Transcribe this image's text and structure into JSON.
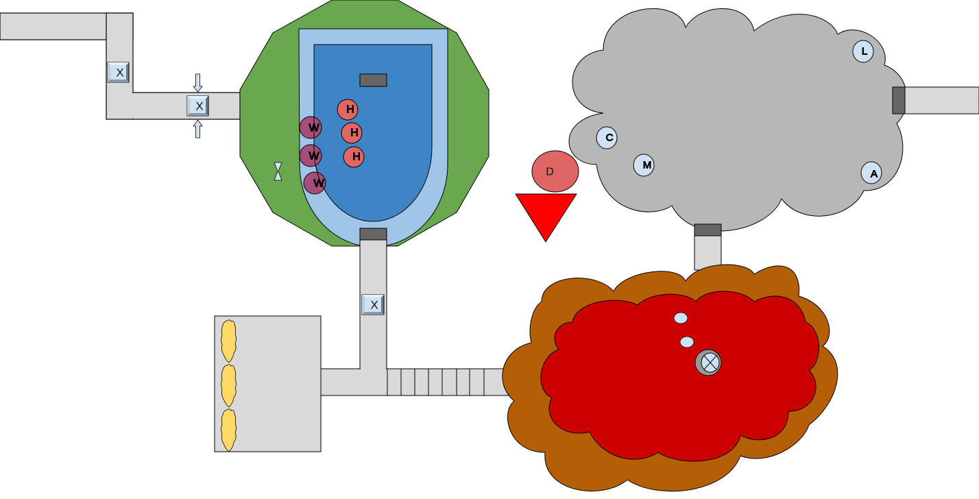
{
  "diagram": {
    "title": "",
    "colors": {
      "corridor": "#d9d9d9",
      "door": "#666666",
      "garden": "#6aa84f",
      "pool_rim": "#9fc5e8",
      "pool_water": "#3d85c6",
      "h_marker": "#e06666",
      "w_marker": "#a64d79",
      "marker_light": "#cfe2f3",
      "d_marker": "#e06666",
      "triangle": "#ff0000",
      "grey_cloud": "#b7b7b7",
      "brown_cloud": "#b45f06",
      "red_cloud": "#cc0000",
      "hay": "#ffd966"
    },
    "valves": [
      {
        "label": "X",
        "location": "upper-left-corridor"
      },
      {
        "label": "X",
        "location": "entry-corridor"
      },
      {
        "label": "X",
        "location": "south-corridor"
      }
    ],
    "pool_markers": {
      "h": [
        "H",
        "H",
        "H"
      ],
      "w": [
        "W",
        "W",
        "W"
      ]
    },
    "d_marker": "D",
    "grey_cloud_markers": [
      "L",
      "C",
      "M",
      "A"
    ],
    "red_cloud_valve": "⊗"
  }
}
